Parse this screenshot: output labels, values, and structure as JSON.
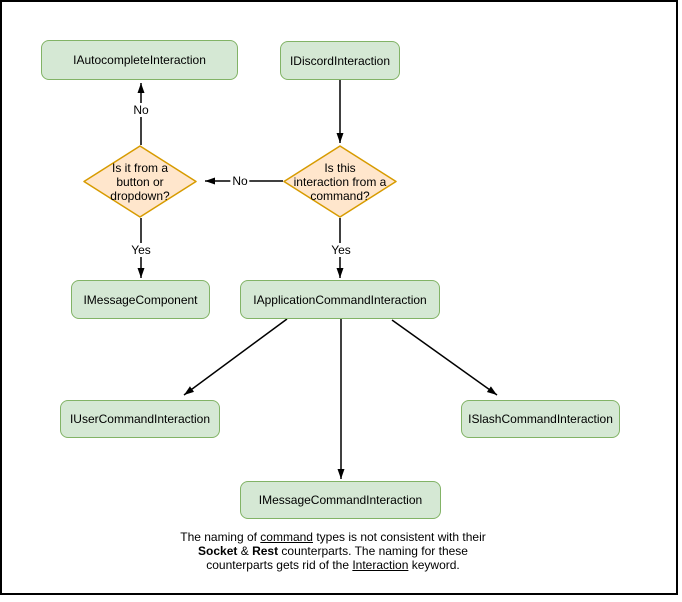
{
  "diagram": {
    "nodes": {
      "autocomplete": {
        "label": "IAutocompleteInteraction"
      },
      "discord": {
        "label": "IDiscordInteraction"
      },
      "message_component": {
        "label": "IMessageComponent"
      },
      "application_command": {
        "label": "IApplicationCommandInteraction"
      },
      "user_command": {
        "label": "IUserCommandInteraction"
      },
      "message_command": {
        "label": "IMessageCommandInteraction"
      },
      "slash_command": {
        "label": "ISlashCommandInteraction"
      }
    },
    "decisions": {
      "button_dropdown_question": {
        "label": "Is it from a button or dropdown?",
        "lines": [
          "Is it from a",
          "button or",
          "dropdown?"
        ]
      },
      "command_question": {
        "label": "Is this interaction from a command?",
        "lines": [
          "Is this",
          "interaction from a",
          "command?"
        ]
      }
    },
    "edge_labels": {
      "no_to_autocomplete": "No",
      "no_to_button_dropdown": "No",
      "yes_to_message_component": "Yes",
      "yes_to_application_command": "Yes"
    },
    "note": {
      "line1": {
        "pre": "The naming of ",
        "underlined": "command",
        "post": " types is not consistent with their"
      },
      "line2": {
        "bold1": "Socket",
        "mid": " & ",
        "bold2": "Rest",
        "post": " counterparts. The naming for these"
      },
      "line3": {
        "pre": "counterparts gets rid of the ",
        "underlined": "Interaction",
        "post": " keyword."
      }
    },
    "colors": {
      "node_fill": "#d5e8d4",
      "node_stroke": "#82b366",
      "decision_fill": "#ffe6cc",
      "decision_stroke": "#d79b00",
      "arrow": "#000000",
      "frame_border": "#000000",
      "background": "#ffffff"
    }
  }
}
